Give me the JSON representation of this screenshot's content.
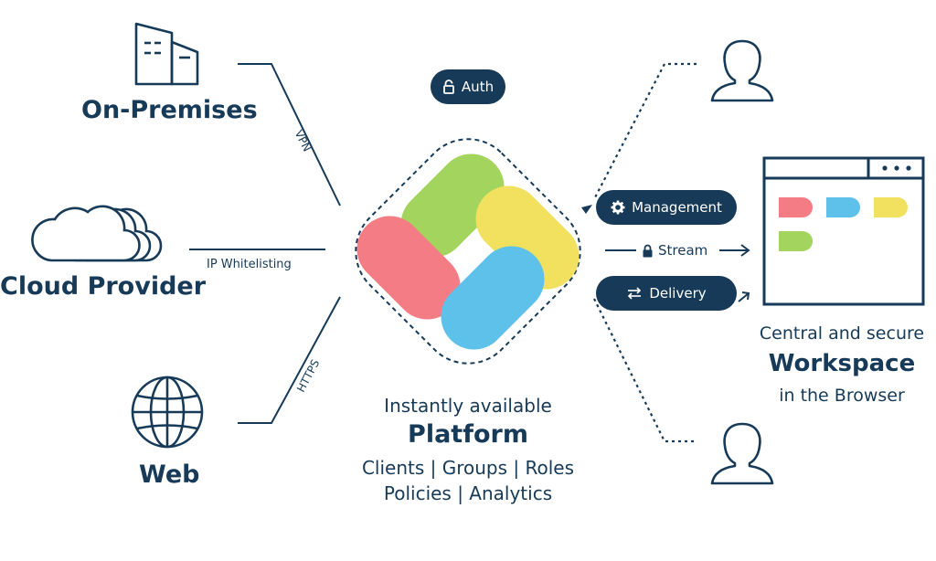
{
  "sources": {
    "on_premises": "On-Premises",
    "cloud_provider": "Cloud Provider",
    "web": "Web"
  },
  "connections": {
    "vpn": "VPN",
    "ip_whitelisting": "IP Whitelisting",
    "https": "HTTPS"
  },
  "badges": {
    "auth": "Auth",
    "management": "Management",
    "stream": "Stream",
    "delivery": "Delivery"
  },
  "platform": {
    "subtitle": "Instantly available",
    "title": "Platform",
    "line1": "Clients | Groups | Roles",
    "line2": "Policies | Analytics"
  },
  "workspace": {
    "subtitle": "Central and secure",
    "title": "Workspace",
    "line": "in the Browser"
  },
  "icons": [
    "building-icon",
    "cloud-icon",
    "globe-icon",
    "user-icon",
    "browser-window-icon",
    "lock-icon",
    "gear-icon",
    "swap-arrows-icon"
  ],
  "colors": {
    "navy": "#163a57",
    "green": "#a3d45d",
    "yellow": "#f1e15f",
    "red": "#f47c84",
    "blue": "#5ec1ea"
  }
}
